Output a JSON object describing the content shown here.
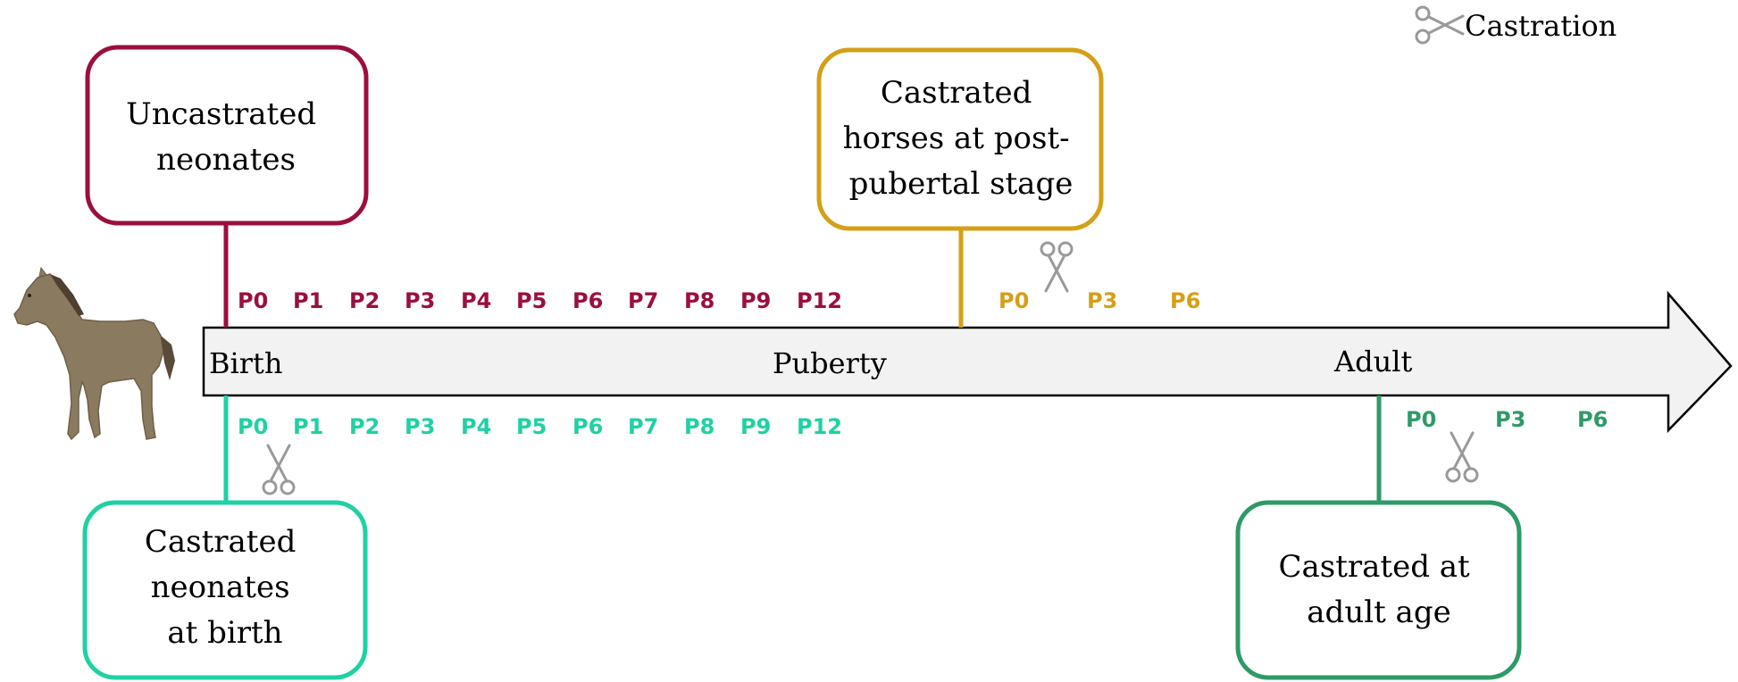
{
  "legend": {
    "icon": "scissors-icon",
    "label": "Castration"
  },
  "timeline": {
    "labels": {
      "start": "Birth",
      "middle": "Puberty",
      "end": "Adult"
    },
    "fill": "#f2f2f2",
    "stroke": "#000000"
  },
  "groups": {
    "uncastrated": {
      "title_lines": [
        "Uncastrated",
        "neonates"
      ],
      "color": "#9b0f3f",
      "points": [
        "P0",
        "P1",
        "P2",
        "P3",
        "P4",
        "P5",
        "P6",
        "P7",
        "P8",
        "P9",
        "P12"
      ]
    },
    "castrated_birth": {
      "title_lines": [
        "Castrated",
        "neonates",
        "at birth"
      ],
      "color": "#1fd1a3",
      "points": [
        "P0",
        "P1",
        "P2",
        "P3",
        "P4",
        "P5",
        "P6",
        "P7",
        "P8",
        "P9",
        "P12"
      ]
    },
    "castrated_postpubertal": {
      "title_lines": [
        "Castrated",
        "horses at post-",
        "pubertal stage"
      ],
      "color": "#d4a017",
      "points": [
        "P0",
        "P3",
        "P6"
      ]
    },
    "castrated_adult": {
      "title_lines": [
        "Castrated at",
        "adult age"
      ],
      "color": "#2e9a68",
      "points": [
        "P0",
        "P3",
        "P6"
      ]
    }
  },
  "icons": {
    "scissors_color": "#9a9a9a",
    "foal": "foal-icon"
  }
}
